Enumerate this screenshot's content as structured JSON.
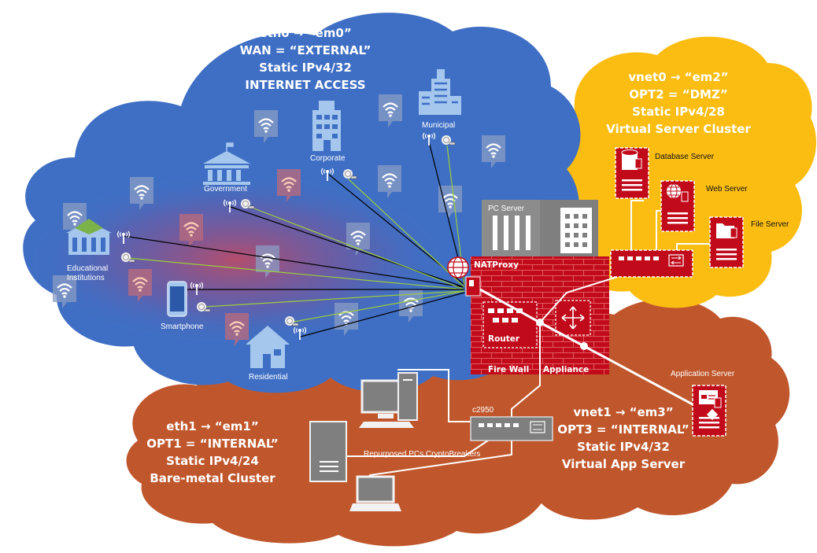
{
  "wan": {
    "lines": [
      "eth0 → “em0”",
      "WAN = “EXTERNAL”",
      "Static IPv4/32",
      "INTERNET ACCESS"
    ],
    "nodes": {
      "educational": "Educational Institutions",
      "government": "Government",
      "corporate": "Corporate",
      "municipal": "Municipal",
      "smartphone": "Smartphone",
      "residential": "Residential"
    }
  },
  "dmz": {
    "lines": [
      "vnet0 → “em2”",
      "OPT2 = “DMZ”",
      "Static IPv4/28",
      "Virtual Server Cluster"
    ],
    "servers": {
      "database": "Database Server",
      "web": "Web Server",
      "file": "File Server"
    }
  },
  "lan": {
    "lines": [
      "eth1 → “em1”",
      "OPT1 = “INTERNAL”",
      "Static IPv4/24",
      "Bare-metal Cluster"
    ],
    "switch_label": "c2950",
    "pcs_label": "Repurposed PCs CryptoBreakers"
  },
  "app": {
    "lines": [
      "vnet1 → “em3”",
      "OPT3 = “INTERNAL”",
      "Static IPv4/32",
      "Virtual App Server"
    ],
    "server_label": "Application Server"
  },
  "appliance": {
    "pc_server": "PC Server",
    "natproxy": "NATProxy",
    "router": "Router",
    "firewall": "Fire Wall",
    "appliance": "Appliance"
  },
  "colors": {
    "wan_cloud": "#3f6fc4",
    "dmz_cloud": "#fbbd12",
    "lan_cloud": "#c0572c",
    "firewall_red": "#c10b1b",
    "pc_server_gray": "#7f7f7f"
  },
  "icons": [
    "wifi-icon",
    "antenna-icon",
    "modem-icon",
    "building-icon",
    "government-icon",
    "graduation-cap-icon",
    "house-icon",
    "smartphone-icon",
    "globe-icon",
    "server-icon",
    "switch-icon",
    "router-icon",
    "desktop-icon",
    "laptop-icon",
    "tower-pc-icon"
  ]
}
